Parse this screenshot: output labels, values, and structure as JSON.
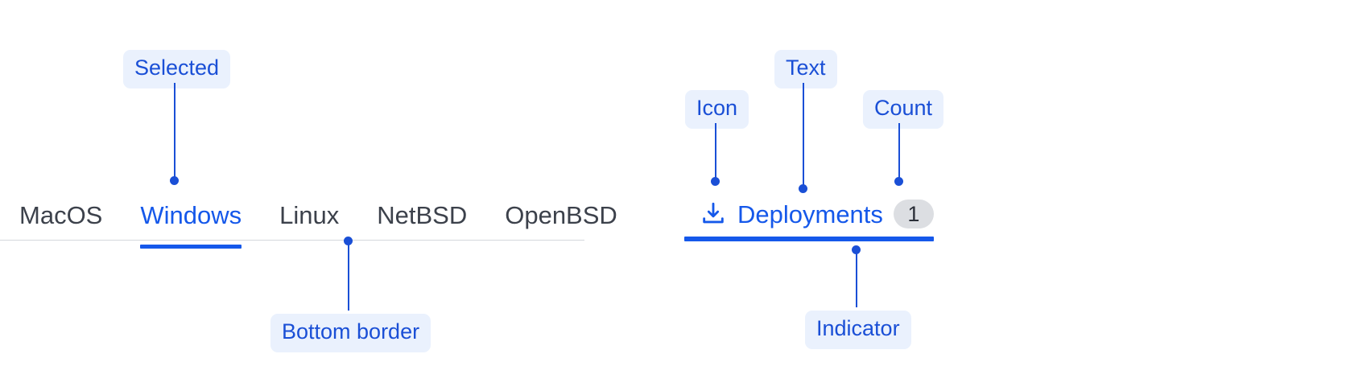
{
  "colors": {
    "accent": "#1558ea",
    "annotation_text": "#1a4fd6",
    "annotation_bg": "#eaf1fd",
    "tab_inactive_text": "#3c414b",
    "rule": "#d4d7dc",
    "badge_bg": "#dcdee2",
    "badge_text": "#2b2f38"
  },
  "left_example": {
    "tabs": [
      {
        "label": "MacOS",
        "active": false
      },
      {
        "label": "Windows",
        "active": true
      },
      {
        "label": "Linux",
        "active": false
      },
      {
        "label": "NetBSD",
        "active": false
      },
      {
        "label": "OpenBSD",
        "active": false
      }
    ],
    "annotations": [
      {
        "label": "Selected"
      },
      {
        "label": "Bottom border"
      }
    ]
  },
  "right_example": {
    "tab": {
      "icon": "download-icon",
      "label": "Deployments",
      "count": "1"
    },
    "annotations": [
      {
        "label": "Icon"
      },
      {
        "label": "Text"
      },
      {
        "label": "Count"
      },
      {
        "label": "Indicator"
      }
    ]
  }
}
